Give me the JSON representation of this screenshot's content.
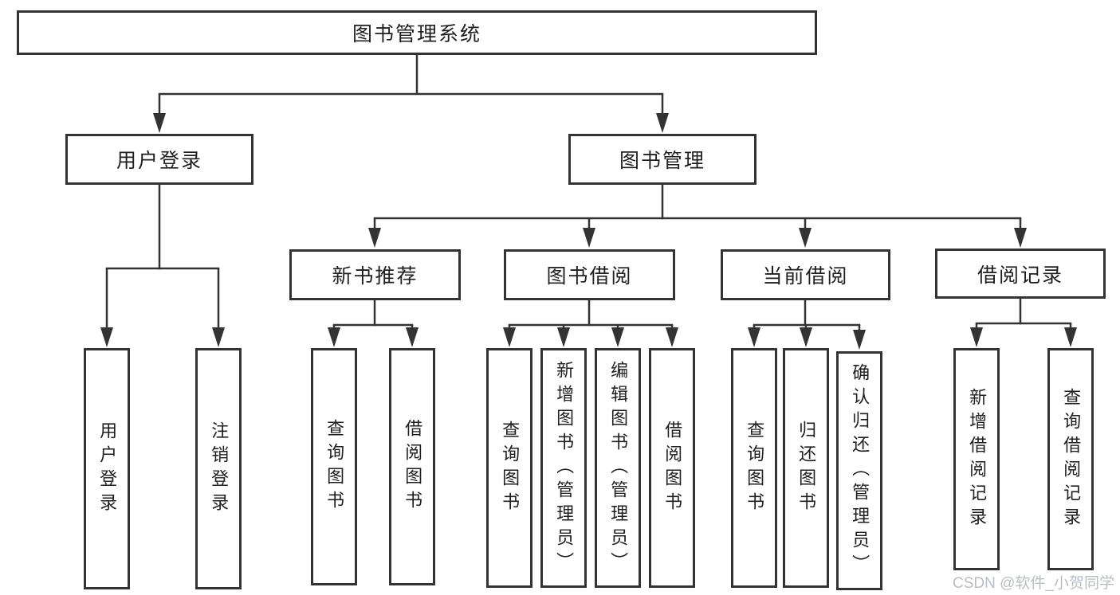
{
  "colors": {
    "line": "#333333",
    "box_border": "#333333",
    "text": "#1f1f1f",
    "watermark": "#b9bdc4",
    "background": "#ffffff"
  },
  "tree": {
    "root": "图书管理系统",
    "branches": [
      {
        "label": "用户登录",
        "children": [
          "用户登录",
          "注销登录"
        ]
      },
      {
        "label": "图书管理",
        "sections": [
          {
            "label": "新书推荐",
            "children": [
              "查询图书",
              "借阅图书"
            ]
          },
          {
            "label": "图书借阅",
            "children": [
              "查询图书",
              "新增图书（管理员）",
              "编辑图书（管理员）",
              "借阅图书"
            ]
          },
          {
            "label": "当前借阅",
            "children": [
              "查询图书",
              "归还图书",
              "确认归还（管理员）"
            ]
          },
          {
            "label": "借阅记录",
            "children": [
              "新增借阅记录",
              "查询借阅记录"
            ]
          }
        ]
      }
    ]
  },
  "watermark": "CSDN @软件_小贺同学"
}
